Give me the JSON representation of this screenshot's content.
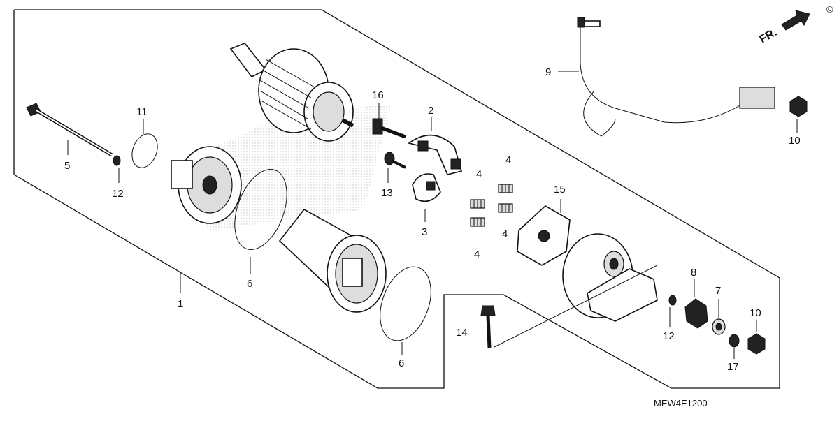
{
  "diagram_code": "MEW4E1200",
  "direction_label": "FR.",
  "copyright_mark": "©",
  "callouts": [
    {
      "id": "c1",
      "text": "1"
    },
    {
      "id": "c2",
      "text": "2"
    },
    {
      "id": "c3",
      "text": "3"
    },
    {
      "id": "c4a",
      "text": "4"
    },
    {
      "id": "c4b",
      "text": "4"
    },
    {
      "id": "c4c",
      "text": "4"
    },
    {
      "id": "c4d",
      "text": "4"
    },
    {
      "id": "c5",
      "text": "5"
    },
    {
      "id": "c6a",
      "text": "6"
    },
    {
      "id": "c6b",
      "text": "6"
    },
    {
      "id": "c7",
      "text": "7"
    },
    {
      "id": "c8",
      "text": "8"
    },
    {
      "id": "c9",
      "text": "9"
    },
    {
      "id": "c10a",
      "text": "10"
    },
    {
      "id": "c10b",
      "text": "10"
    },
    {
      "id": "c11",
      "text": "11"
    },
    {
      "id": "c12a",
      "text": "12"
    },
    {
      "id": "c12b",
      "text": "12"
    },
    {
      "id": "c13",
      "text": "13"
    },
    {
      "id": "c14",
      "text": "14"
    },
    {
      "id": "c15",
      "text": "15"
    },
    {
      "id": "c16",
      "text": "16"
    },
    {
      "id": "c17",
      "text": "17"
    }
  ]
}
